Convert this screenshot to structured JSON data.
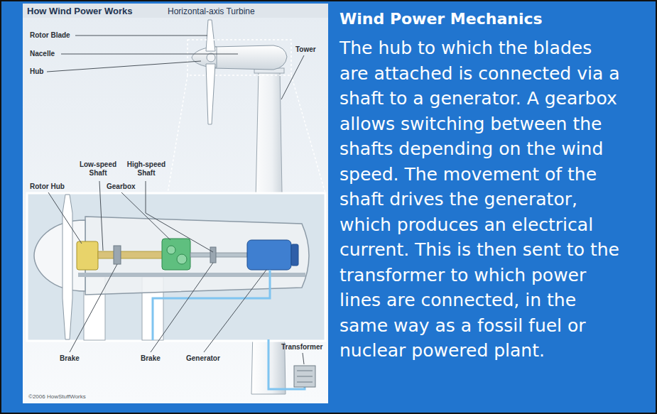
{
  "diagram": {
    "title": "Wind Power Mechanics",
    "labels": [
      "How Wind Power Works",
      "Horizontal-axis Turbine",
      "Rotor Blade",
      "Nacelle",
      "Hub",
      "Tower",
      "Low-speed Shaft",
      "High-speed Shaft",
      "Rotor Hub",
      "Gearbox",
      "Brake",
      "Brake",
      "Generator",
      "Transformer",
      "©2006 HowStuffWorks",
      "The hub to which the blades are attached is connected via a shaft to a generator. A gearbox allows switching between the shafts depending on the wind speed. The movement of the shaft drives the generator, which produces an electrical current. This is then sent to the transformer to which power lines are connected, in the same way as a fossil fuel or nuclear powered plant."
    ]
  }
}
